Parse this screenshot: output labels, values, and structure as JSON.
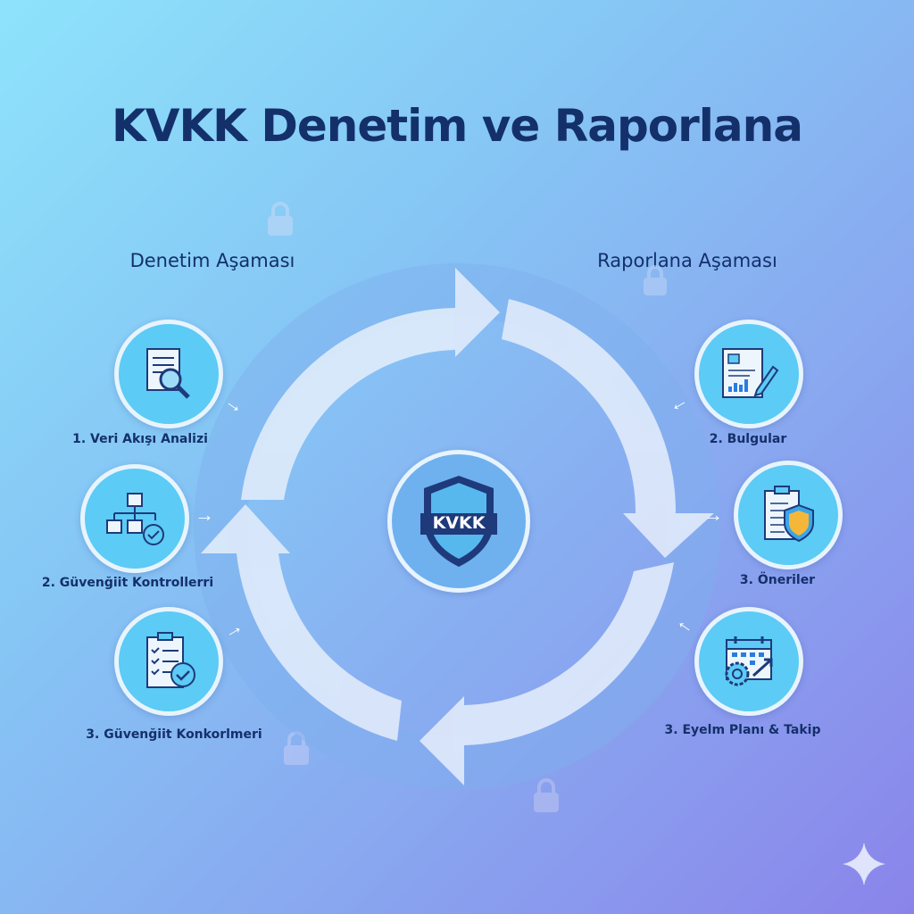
{
  "title": "KVKK Denetim ve Raporlana",
  "left": {
    "heading": "Denetim Aşaması",
    "steps": [
      {
        "label": "1. Veri Akışı Analizi",
        "icon": "document-search-icon"
      },
      {
        "label": "2. Güvenğiit Kontrollerri",
        "icon": "hierarchy-check-icon"
      },
      {
        "label": "3. Güvenğiit Konkorlmeri",
        "icon": "checklist-icon"
      }
    ]
  },
  "right": {
    "heading": "Raporlana Aşaması",
    "steps": [
      {
        "label": "2. Bulgular",
        "icon": "report-chart-icon"
      },
      {
        "label": "3. Öneriler",
        "icon": "clipboard-shield-icon"
      },
      {
        "label": "3. Eyelm Planı & Takip",
        "icon": "calendar-gear-icon"
      }
    ]
  },
  "center": {
    "badge": "KVKK",
    "icon": "shield-icon"
  },
  "colors": {
    "title": "#14306a",
    "node": "#5ccbf5",
    "shield": "#1e3a7a"
  }
}
